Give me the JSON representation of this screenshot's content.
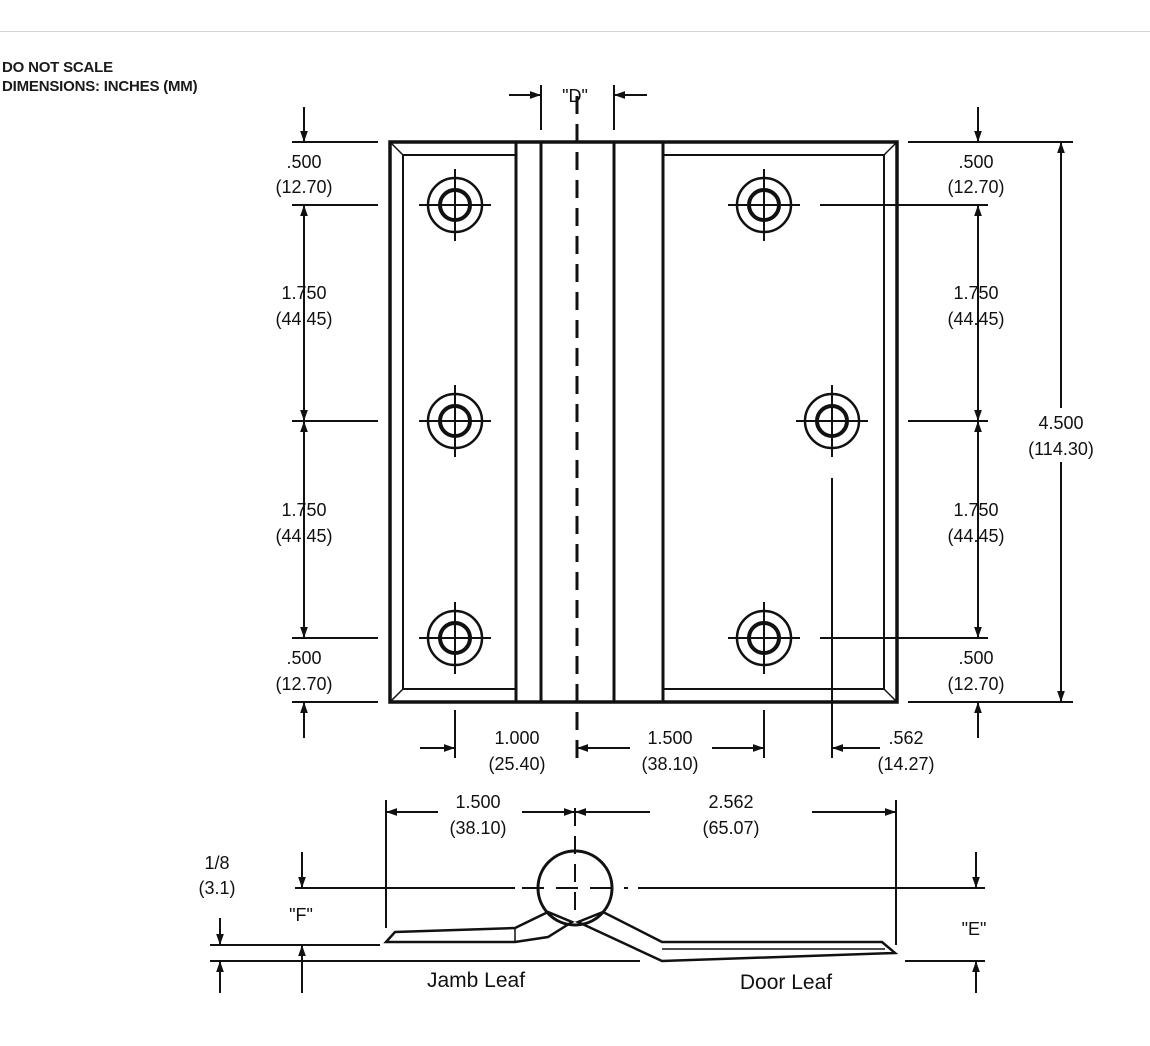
{
  "notes": {
    "do_not_scale": "DO NOT SCALE",
    "units": "DIMENSIONS: INCHES (MM)"
  },
  "labels": {
    "d": "\"D\"",
    "e": "\"E\"",
    "f": "\"F\"",
    "jamb_leaf": "Jamb  Leaf",
    "door_leaf": "Door Leaf"
  },
  "dims": {
    "top_left_in": ".500",
    "top_left_mm": "(12.70)",
    "left_upper_in": "1.750",
    "left_upper_mm": "(44.45)",
    "left_lower_in": "1.750",
    "left_lower_mm": "(44.45)",
    "bottom_left_in": ".500",
    "bottom_left_mm": "(12.70)",
    "top_right_in": ".500",
    "top_right_mm": "(12.70)",
    "right_upper_in": "1.750",
    "right_upper_mm": "(44.45)",
    "right_lower_in": "1.750",
    "right_lower_mm": "(44.45)",
    "bottom_right_in": ".500",
    "bottom_right_mm": "(12.70)",
    "overall_in": "4.500",
    "overall_mm": "(114.30)",
    "jamb_hole_in": "1.000",
    "jamb_hole_mm": "(25.40)",
    "door_hole_in": "1.500",
    "door_hole_mm": "(38.10)",
    "offset_in": ".562",
    "offset_mm": "(14.27)",
    "jamb_width_in": "1.500",
    "jamb_width_mm": "(38.10)",
    "door_width_in": "2.562",
    "door_width_mm": "(65.07)",
    "thick_in": "1/8",
    "thick_mm": "(3.1)"
  }
}
